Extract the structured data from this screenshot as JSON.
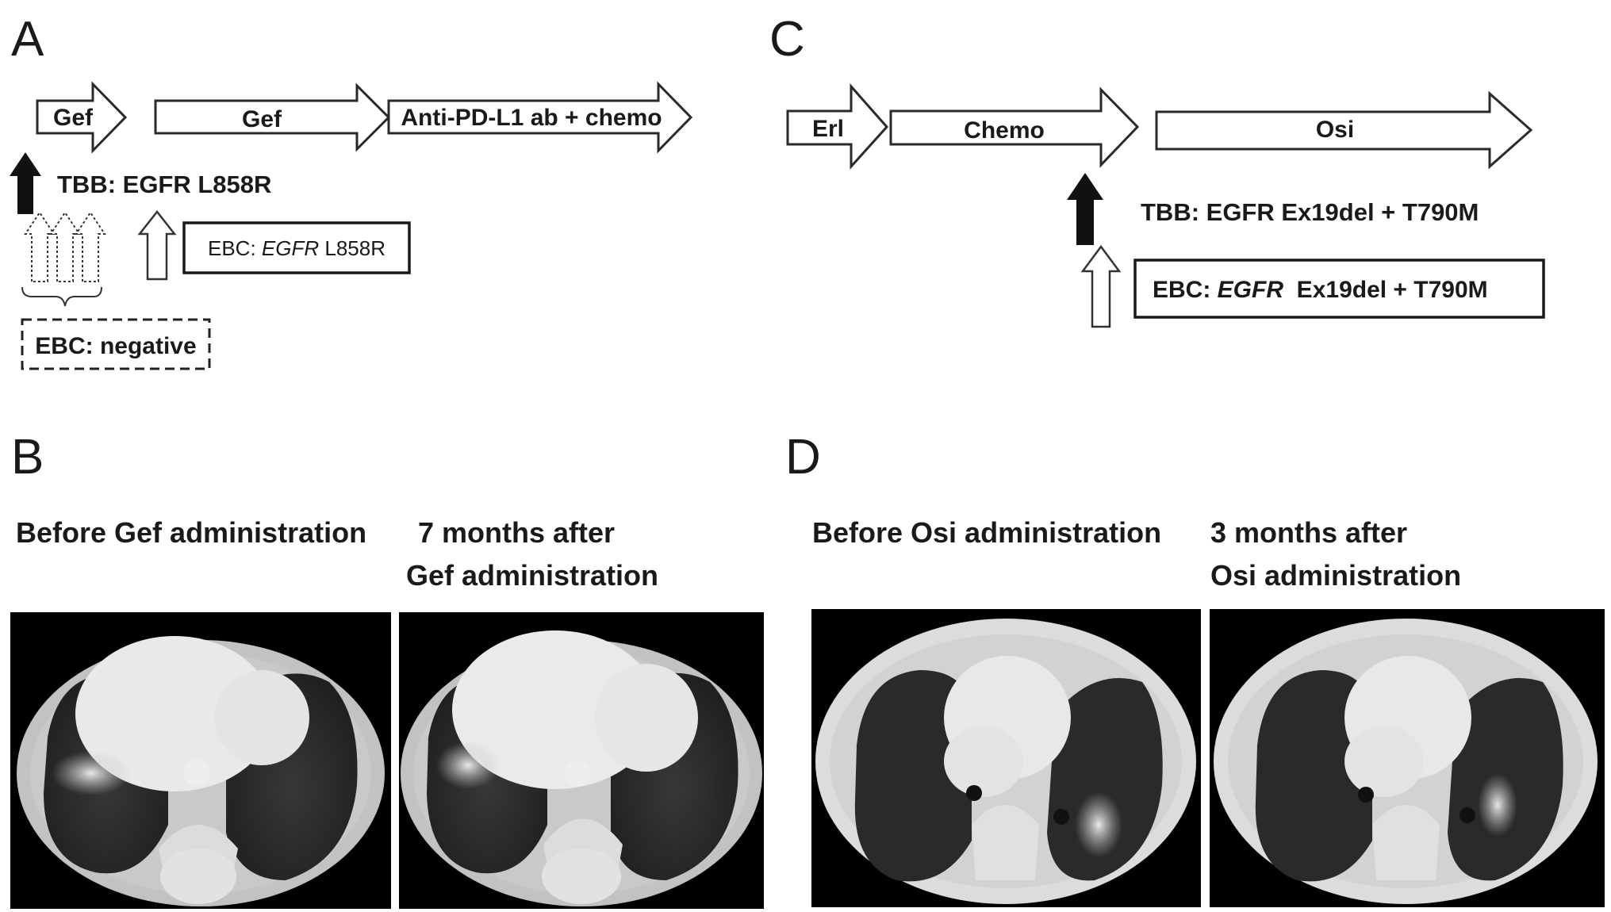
{
  "panels": {
    "A": {
      "letter": "A",
      "timeline": [
        {
          "label": "Gef"
        },
        {
          "label": "Gef"
        },
        {
          "label": "Anti-PD-L1 ab + chemo"
        }
      ],
      "tbb_result": "TBB: EGFR L858R",
      "ebc_positive": {
        "prefix": "EBC: ",
        "gene": "EGFR",
        "suffix": " L858R"
      },
      "ebc_negative": "EBC: negative"
    },
    "B": {
      "letter": "B",
      "captions": {
        "before": "Before Gef administration",
        "after_line1": "7 months after",
        "after_line2": "Gef administration"
      }
    },
    "C": {
      "letter": "C",
      "timeline": [
        {
          "label": "Erl"
        },
        {
          "label": "Chemo"
        },
        {
          "label": "Osi"
        }
      ],
      "tbb_result": "TBB: EGFR Ex19del + T790M",
      "ebc_positive": {
        "prefix": "EBC: ",
        "gene": "EGFR",
        "suffix": "  Ex19del + T790M"
      }
    },
    "D": {
      "letter": "D",
      "captions": {
        "before": "Before Osi administration",
        "after_line1": "3 months after",
        "after_line2": "Osi administration"
      }
    }
  }
}
